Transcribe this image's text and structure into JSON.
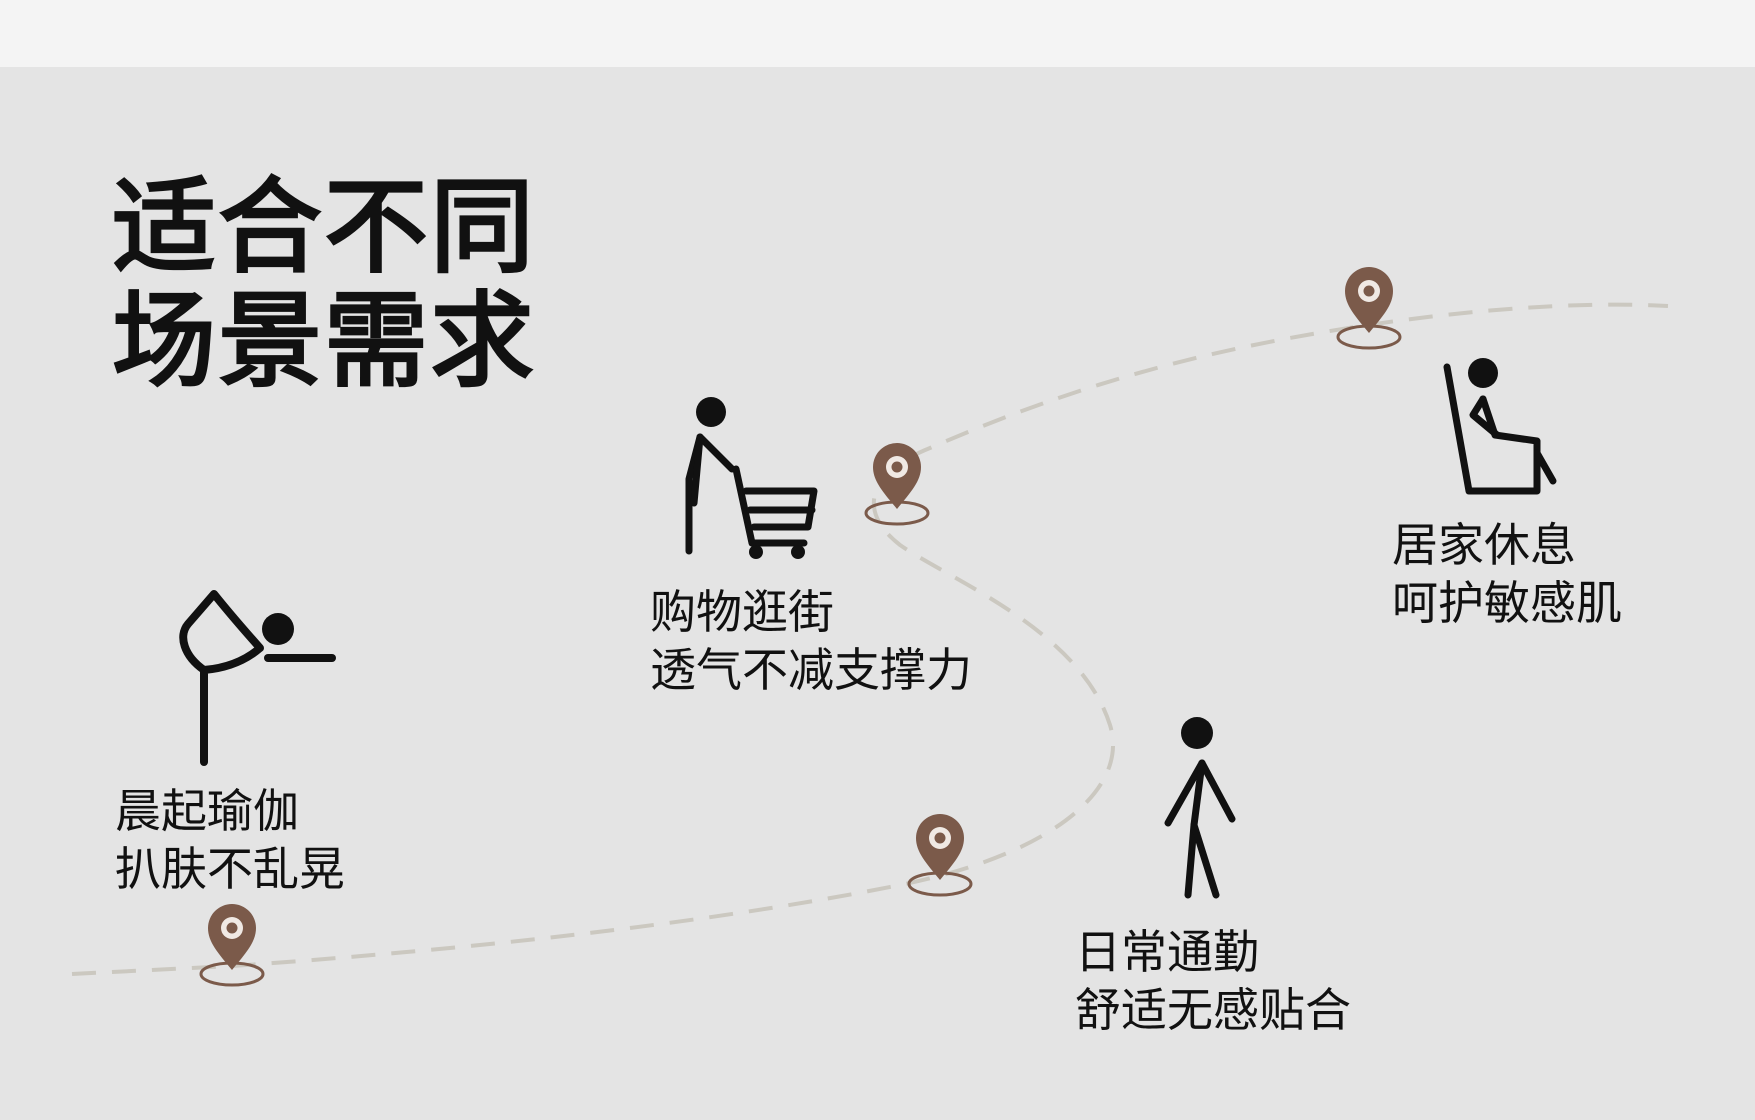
{
  "title": {
    "line1": "适合不同",
    "line2": "场景需求"
  },
  "colors": {
    "background": "#e4e4e4",
    "top_band": "#f4f4f4",
    "route_dash": "#cbc8c0",
    "pin": "#7b5a4a",
    "text": "#111111"
  },
  "scenes": [
    {
      "icon": "yoga-pose-icon",
      "title": "晨起瑜伽",
      "subtitle": "扒肤不乱晃"
    },
    {
      "icon": "shopping-cart-icon",
      "title": "购物逛街",
      "subtitle": "透气不减支撑力"
    },
    {
      "icon": "walking-person-icon",
      "title": "日常通勤",
      "subtitle": "舒适无感贴合"
    },
    {
      "icon": "seated-person-icon",
      "title": "居家休息",
      "subtitle": "呵护敏感肌"
    }
  ],
  "route_markers": [
    "location-pin-icon",
    "location-pin-icon",
    "location-pin-icon",
    "location-pin-icon"
  ]
}
